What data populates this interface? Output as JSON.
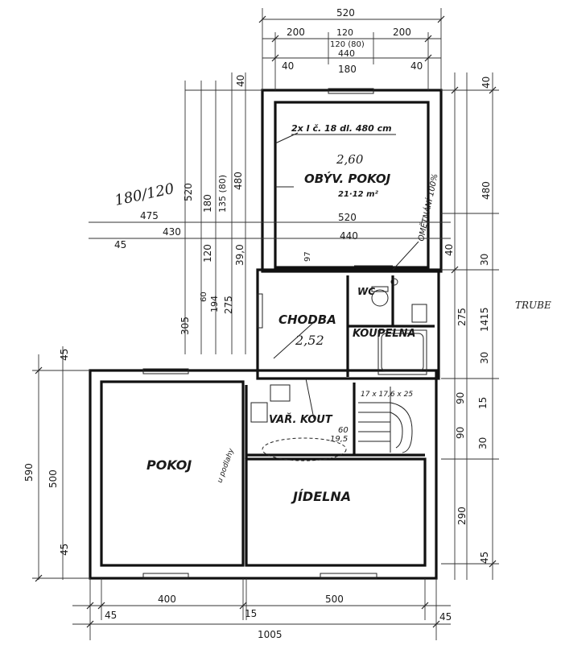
{
  "rooms": {
    "living": "OBÝV. POKOJ",
    "hall": "CHODBA",
    "wc": "WC",
    "bathroom": "KOUPELNA",
    "kitchenette": "VAŘ. KOUT",
    "room": "POKOJ",
    "dining": "JÍDELNA"
  },
  "notes": {
    "beams": "2x I č. 18 dl. 480 cm",
    "living_height": "2,60",
    "living_area": "21·12 m²",
    "hall_height": "2,52",
    "plastering": "OMĚTNÁNÍ 100%",
    "window_note": "180/120",
    "stairs": "17 x 17,6 x 25",
    "stairs_width": "19,5",
    "trube": "TRUBE",
    "room_note": "u podlahy"
  },
  "dims": {
    "top_total": "520",
    "top_200a": "200",
    "top_120": "120",
    "top_200b": "200",
    "top_12080": "120 (80)",
    "top_440": "440",
    "top_40a": "40",
    "top_180": "180",
    "top_40b": "40",
    "left_520": "520",
    "left_480": "480",
    "left_180": "180",
    "left_135": "135 (80)",
    "left_40": "40",
    "h_475": "475",
    "h_520": "520",
    "h_430": "430",
    "h_440": "440",
    "h_45": "45",
    "h_40r": "40",
    "v_120": "120",
    "v_390": "39,0",
    "v_97": "97",
    "v_275": "275",
    "v_305": "305",
    "v_194": "194",
    "v_60": "60",
    "left_45": "45",
    "left_590": "590",
    "left_500": "500",
    "left_45b": "45",
    "r_40": "40",
    "r_480": "480",
    "r_30a": "30",
    "r_275": "275",
    "r_1415": "1415",
    "r_30b": "30",
    "r_90a": "90",
    "r_15": "15",
    "r_90b": "90",
    "r_30c": "30",
    "r_290": "290",
    "r_45": "45",
    "b_45": "45",
    "b_400": "400",
    "b_15": "15",
    "b_500": "500",
    "b_45r": "45",
    "b_total": "1005",
    "small_60": "60"
  }
}
